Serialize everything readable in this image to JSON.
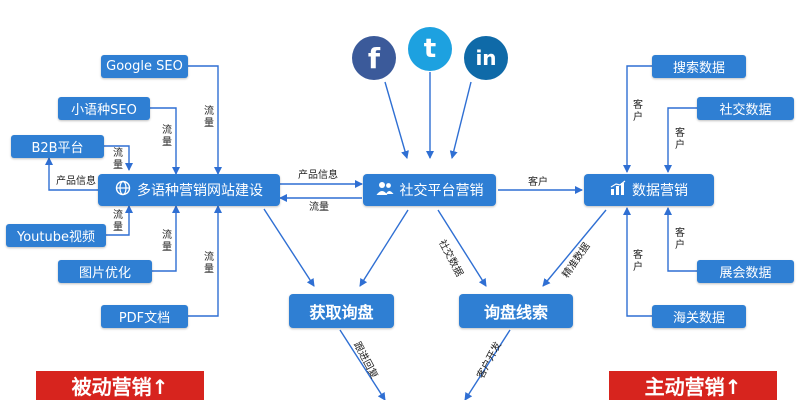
{
  "left_sources": {
    "google_seo": "Google SEO",
    "minor_lang_seo": "小语种SEO",
    "b2b": "B2B平台",
    "youtube": "Youtube视频",
    "image_opt": "图片优化",
    "pdf": "PDF文档"
  },
  "right_sources": {
    "search_data": "搜索数据",
    "social_data": "社交数据",
    "expo_data": "展会数据",
    "customs_data": "海关数据"
  },
  "hubs": {
    "website": "多语种营销网站建设",
    "social": "社交平台营销",
    "data": "数据营销"
  },
  "outputs": {
    "inquiries": "获取询盘",
    "leads": "询盘线索"
  },
  "edge_labels": {
    "traffic": "流量",
    "product_info": "产品信息",
    "customer": "客户",
    "social_data": "社交数据",
    "precise_data": "精准数据",
    "follow_up": "跟进回复",
    "customer_dev": "客户开发"
  },
  "banners": {
    "passive": "被动营销↑",
    "active": "主动营销↑"
  },
  "social_icons": {
    "facebook": "f",
    "twitter": "t",
    "linkedin": "in"
  },
  "colors": {
    "box": "#2f7fd3",
    "arrow": "#2f6fd3",
    "banner": "#d7241e",
    "facebook": "#3b5a9a",
    "twitter": "#1da1e0",
    "linkedin": "#0f6aa8"
  },
  "icons": {
    "website": "globe-icon",
    "social": "users-icon",
    "data": "bar-chart-icon"
  }
}
